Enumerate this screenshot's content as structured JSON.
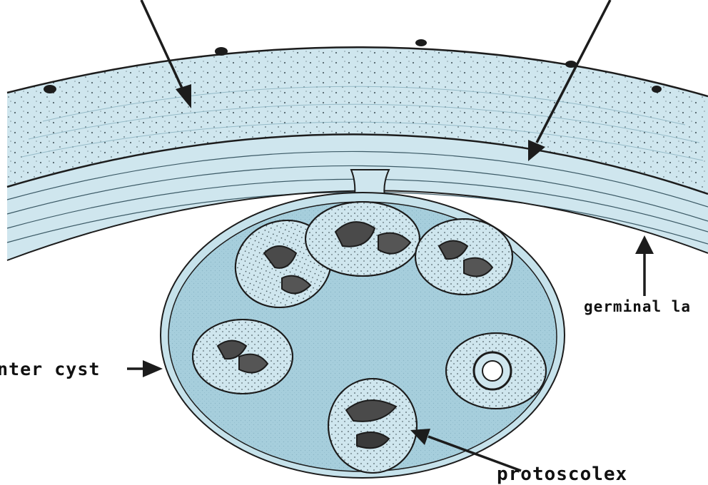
{
  "colors": {
    "laminated_layer": "#cfe6ee",
    "cyst_fluid": "#a6cedc",
    "capsule": "#c6e2eb",
    "ink": "#1c1c1c",
    "background": "#ffffff"
  },
  "labels": {
    "germinal_layer": "germinal la",
    "daughter_cyst": "nter cyst",
    "protoscolex": "protoscolex"
  },
  "icons": [
    "pointer-arrow-icon"
  ]
}
